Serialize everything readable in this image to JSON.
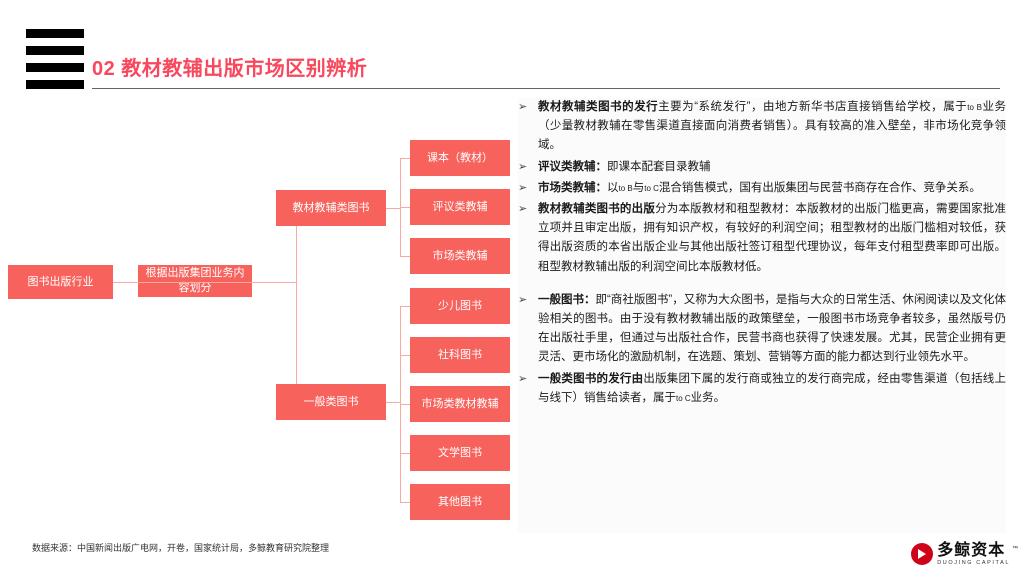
{
  "header": {
    "section_number": "02",
    "title": "02 教材教辅出版市场区别辨析"
  },
  "diagram": {
    "root": "图书出版行业",
    "split_label": "根据出版集团业务内容划分",
    "branches": [
      {
        "label": "教材教辅类图书",
        "children": [
          "课本（教材）",
          "评议类教辅",
          "市场类教辅"
        ]
      },
      {
        "label": "一般类图书",
        "children": [
          "少儿图书",
          "社科图书",
          "市场类教材教辅",
          "文学图书",
          "其他图书"
        ]
      }
    ]
  },
  "bullets": [
    {
      "marker": "➢",
      "segments": [
        {
          "text": "教材教辅类图书的发行",
          "bold": true
        },
        {
          "text": "主要为“系统发行”，由地方新华书店直接销售给学校，属于",
          "bold": false
        },
        {
          "text": "to B",
          "bold": false,
          "small": true
        },
        {
          "text": "业务（少量教材教辅在零售渠道直接面向消费者销售）。具有较高的准入壁垒，非市场化竞争领域。",
          "bold": false
        }
      ]
    },
    {
      "marker": "➢",
      "segments": [
        {
          "text": "评议类教辅：",
          "bold": true
        },
        {
          "text": "即课本配套目录教辅",
          "bold": false
        }
      ]
    },
    {
      "marker": "➢",
      "segments": [
        {
          "text": "市场类教辅：",
          "bold": true
        },
        {
          "text": "以",
          "bold": false
        },
        {
          "text": "to B",
          "bold": false,
          "small": true
        },
        {
          "text": "与",
          "bold": false
        },
        {
          "text": "to C",
          "bold": false,
          "small": true
        },
        {
          "text": "混合销售模式，国有出版集团与民营书商存在合作、竞争关系。",
          "bold": false
        }
      ]
    },
    {
      "marker": "➢",
      "segments": [
        {
          "text": "教材教辅类图书的出版",
          "bold": true
        },
        {
          "text": "分为本版教材和租型教材：本版教材的出版门槛更高，需要国家批准立项并且审定出版，拥有知识产权，有较好的利润空间；租型教材的出版门槛相对较低，获得出版资质的本省出版企业与其他出版社签订租型代理协议，每年支付租型费率即可出版。租型教材教辅出版的利润空间比本版教材低。",
          "bold": false
        }
      ]
    },
    {
      "marker": "➢",
      "spacer": true,
      "segments": [
        {
          "text": "一般图书：",
          "bold": true
        },
        {
          "text": "即“商社版图书”，又称为大众图书，是指与大众的日常生活、休闲阅读以及文化体验相关的图书。由于没有教材教辅出版的政策壁垒，一般图书市场竞争者较多，虽然版号仍在出版社手里，但通过与出版社合作，民营书商也获得了快速发展。尤其，民营企业拥有更灵活、更市场化的激励机制，在选题、策划、营销等方面的能力都达到行业领先水平。",
          "bold": false
        }
      ]
    },
    {
      "marker": "➢",
      "segments": [
        {
          "text": "一般类图书的发行由",
          "bold": true
        },
        {
          "text": "出版集团下属的发行商或独立的发行商完成，经由零售渠道（包括线上与线下）销售给读者，属于",
          "bold": false
        },
        {
          "text": "to C",
          "bold": false,
          "small": true
        },
        {
          "text": "业务。",
          "bold": false
        }
      ]
    }
  ],
  "footer": {
    "source": "数据来源：中国新闻出版广电网，开卷，国家统计局，多鲸教育研究院整理",
    "logo_cn": "多鲸资本",
    "logo_tm": "™",
    "logo_en": "DUOJING CAPITAL"
  },
  "colors": {
    "accent_title": "#F8485E",
    "node_fill": "#F8625C",
    "connector": "#F8A9A3",
    "logo_red": "#D0021B"
  }
}
